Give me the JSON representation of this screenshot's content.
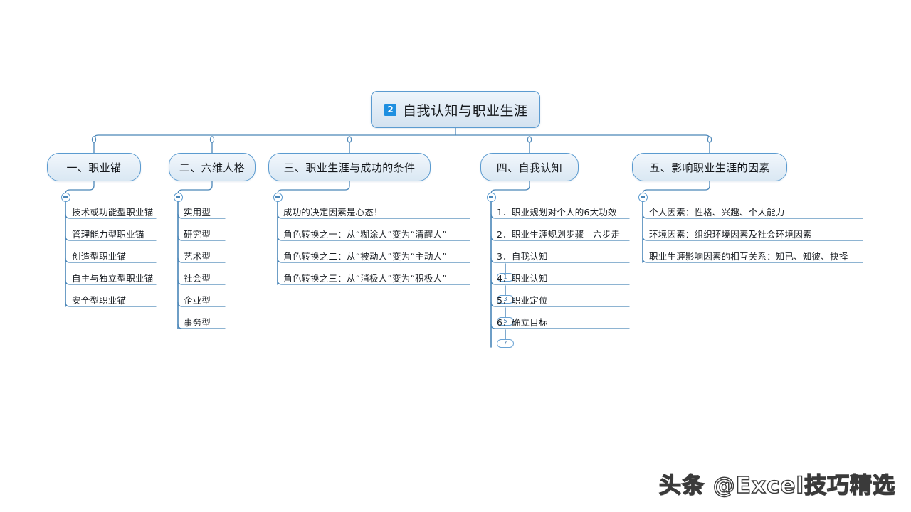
{
  "root": {
    "badge": "2",
    "label": "自我认知与职业生涯"
  },
  "colors": {
    "node_border": "#5b9bd0",
    "connector": "#4a86b8",
    "badge_blue": "#1f8fe0",
    "node_fill": "#e4eef7",
    "text": "#15181c",
    "background": "#ffffff"
  },
  "icons": {
    "collapse": "minus-circle-icon",
    "root_badge": "number-badge-icon"
  },
  "branches": [
    {
      "label": "一、职业锚",
      "collapse_icon": "collapse-minus-icon",
      "items": [
        {
          "text": "技术或功能型职业锚"
        },
        {
          "text": "管理能力型职业锚"
        },
        {
          "text": "创造型职业锚"
        },
        {
          "text": "自主与独立型职业锚"
        },
        {
          "text": "安全型职业锚"
        }
      ]
    },
    {
      "label": "二、六维人格",
      "collapse_icon": "collapse-minus-icon",
      "items": [
        {
          "text": "实用型"
        },
        {
          "text": "研究型"
        },
        {
          "text": "艺术型"
        },
        {
          "text": "社会型"
        },
        {
          "text": "企业型"
        },
        {
          "text": "事务型"
        }
      ]
    },
    {
      "label": "三、职业生涯与成功的条件",
      "collapse_icon": "collapse-minus-icon",
      "items": [
        {
          "text": "成功的决定因素是心态！"
        },
        {
          "text": "角色转换之一：从“糊涂人”变为“清醒人”"
        },
        {
          "text": "角色转换之二：从“被动人”变为“主动人”"
        },
        {
          "text": "角色转换之三：从“消极人”变为“积极人”"
        }
      ]
    },
    {
      "label": "四、自我认知",
      "collapse_icon": "collapse-minus-icon",
      "items": [
        {
          "text": "1．职业规划对个人的6大功效"
        },
        {
          "text": "2．职业生涯规划步骤—六步走"
        },
        {
          "text": "3．自我认知",
          "count": "1"
        },
        {
          "text": "4．职业认知",
          "count": "3"
        },
        {
          "text": "5．职业定位",
          "count": "5"
        },
        {
          "text": "6．确立目标",
          "count": "7"
        }
      ]
    },
    {
      "label": "五、影响职业生涯的因素",
      "collapse_icon": "collapse-minus-icon",
      "items": [
        {
          "text": "个人因素：性格、兴趣、个人能力"
        },
        {
          "text": "环境因素：组织环境因素及社会环境因素"
        },
        {
          "text": "职业生涯影响因素的相互关系：知已、知彼、抉择"
        }
      ]
    }
  ],
  "watermark": {
    "text": "头条 @Excel技巧精选"
  }
}
